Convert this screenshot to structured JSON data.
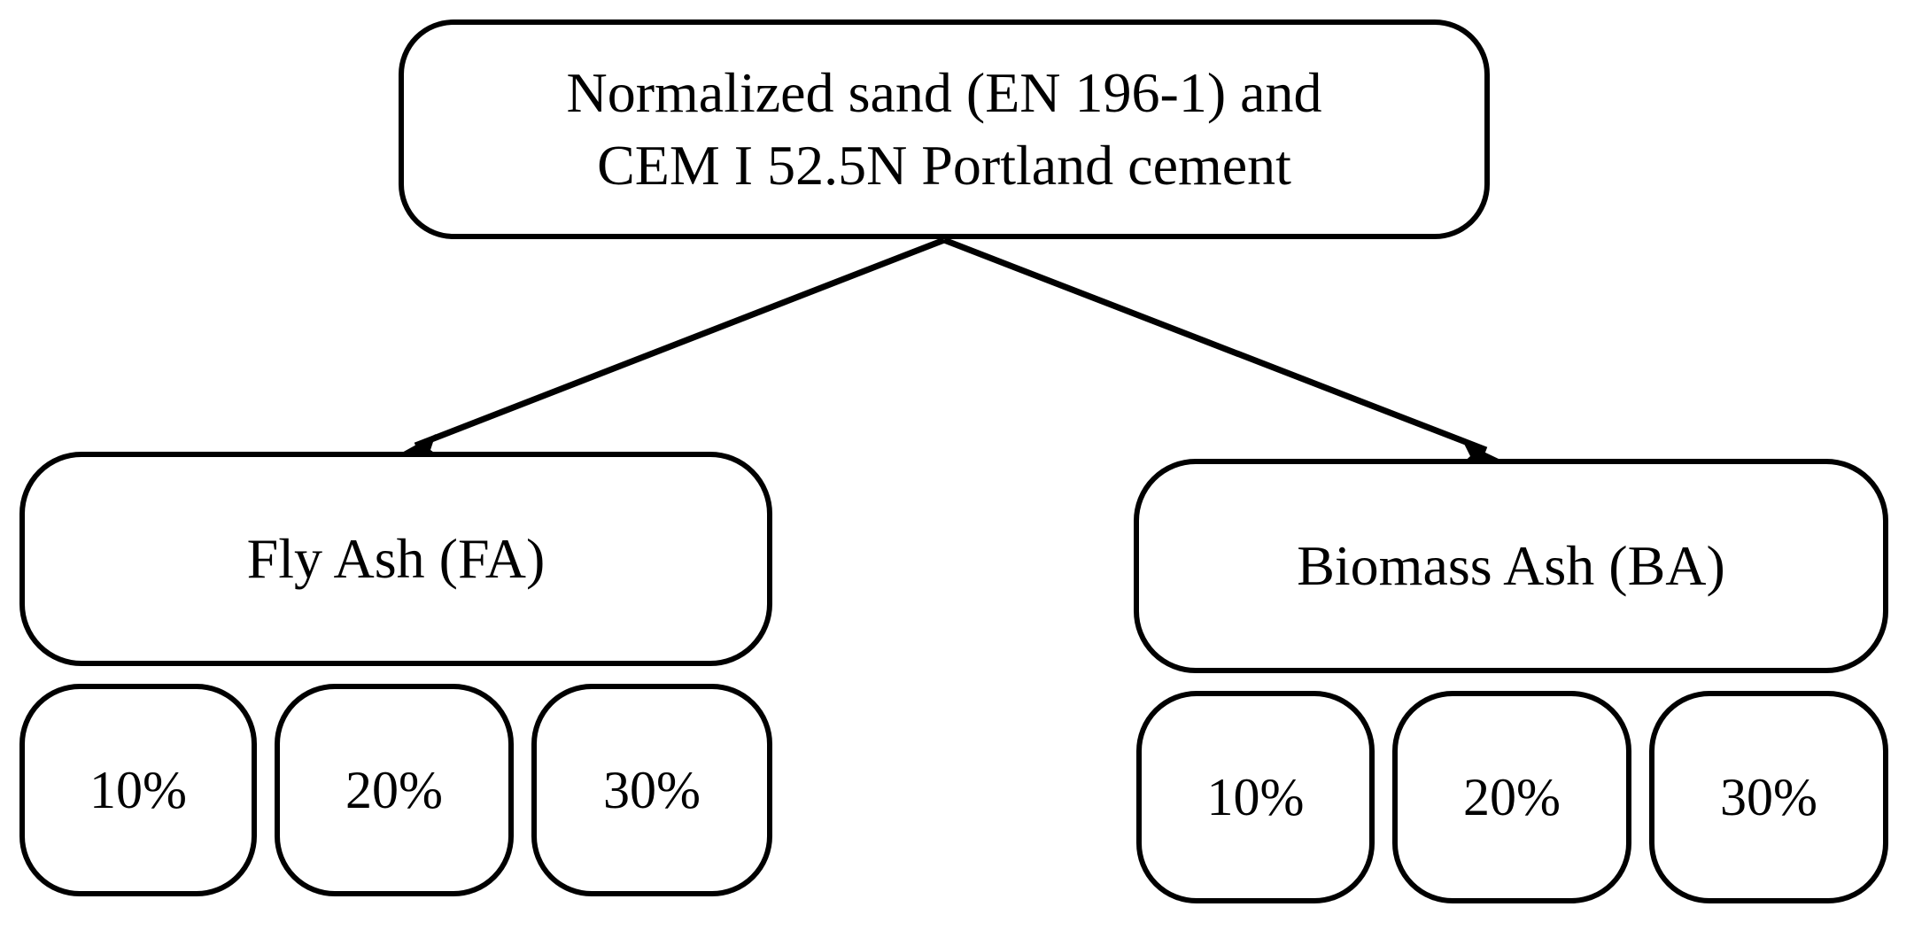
{
  "diagram": {
    "title_node": {
      "id": "source",
      "label": "Normalized sand (EN 196-1) and\nCEM I 52.5N Portland cement"
    },
    "branches": [
      {
        "id": "fly-ash",
        "label": "Fly Ash (FA)",
        "percentages": [
          "10%",
          "20%",
          "30%"
        ]
      },
      {
        "id": "biomass-ash",
        "label": "Biomass Ash (BA)",
        "percentages": [
          "10%",
          "20%",
          "30%"
        ]
      }
    ],
    "connectors": [
      {
        "id": "arrow-to-fly-ash",
        "from": "source",
        "to": "fly-ash",
        "style": "solid-arrow"
      },
      {
        "id": "arrow-to-biomass-ash",
        "from": "source",
        "to": "biomass-ash",
        "style": "solid-arrow"
      }
    ],
    "colors": {
      "stroke": "#000000",
      "fill": "#ffffff",
      "text": "#000000"
    }
  }
}
